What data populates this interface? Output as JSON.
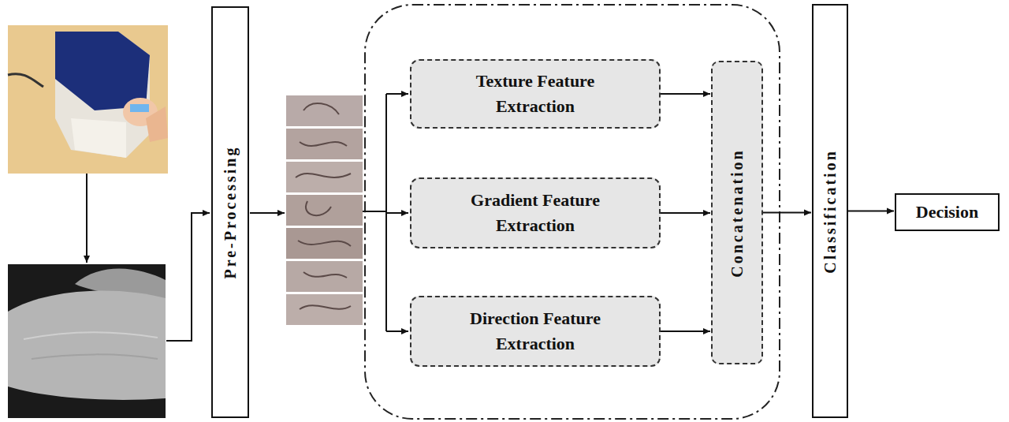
{
  "diagram": {
    "nodes": [
      {
        "text": [
          "Pre-Processing"
        ]
      },
      {
        "text": [
          "Texture Feature Extraction"
        ]
      },
      {
        "text": [
          "Gradient Feature Extraction"
        ]
      },
      {
        "text": [
          "Direction Feature Extraction"
        ]
      },
      {
        "text": [
          "Concatenation"
        ]
      },
      {
        "text": [
          "Classification"
        ]
      },
      {
        "text": [
          "Decision"
        ]
      }
    ],
    "edges": [
      {
        "from": 1,
        "to": 4,
        "arrow": "to"
      },
      {
        "from": 2,
        "to": 4,
        "arrow": "to"
      },
      {
        "from": 3,
        "to": 4,
        "arrow": "to"
      },
      {
        "from": 4,
        "to": 5,
        "arrow": "to"
      },
      {
        "from": 5,
        "to": 6,
        "arrow": "to"
      }
    ]
  }
}
